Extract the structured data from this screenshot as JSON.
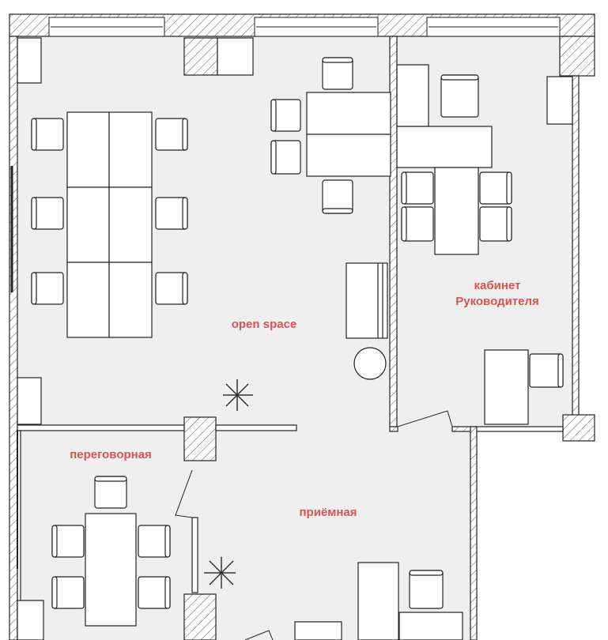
{
  "plan": {
    "rooms": {
      "open_space": "open space",
      "office_line1": "кабинет",
      "office_line2": "Руководителя",
      "meeting_room": "переговорная",
      "reception": "приёмная"
    },
    "colors": {
      "floor": "#efefef",
      "wall": "#ffffff",
      "label": "#d9534f",
      "line": "#222222"
    }
  }
}
